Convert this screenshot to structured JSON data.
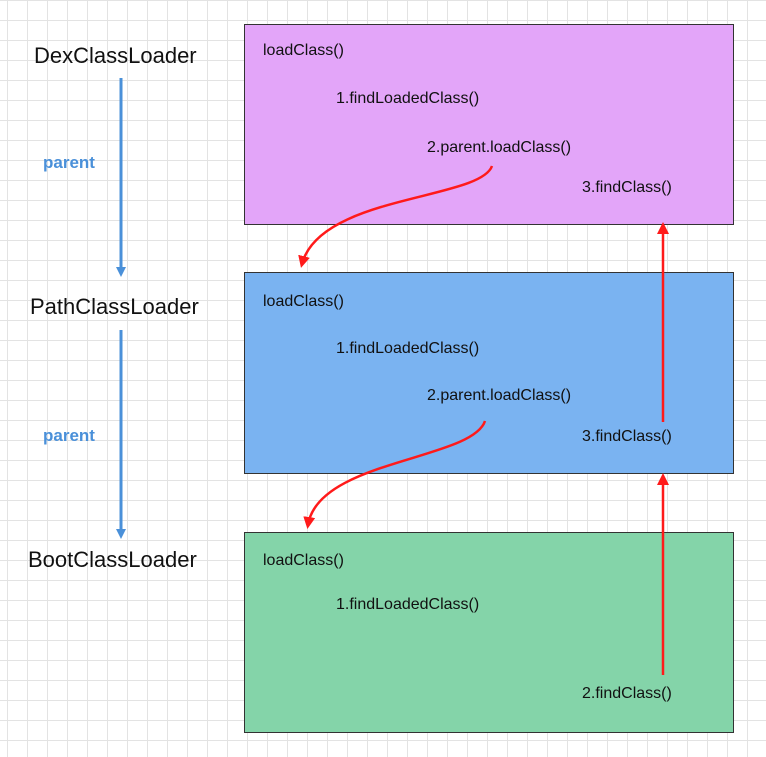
{
  "colors": {
    "dex_fill": "#e3a5f9",
    "path_fill": "#7ab3f1",
    "boot_fill": "#84d4a9",
    "parent_arrow": "#4a90d9",
    "flow_arrow": "#ff1a1a"
  },
  "loaders": [
    {
      "name": "DexClassLoader",
      "method": "loadClass()",
      "step1": "1.findLoadedClass()",
      "step2": "2.parent.loadClass()",
      "step3": "3.findClass()"
    },
    {
      "name": "PathClassLoader",
      "method": "loadClass()",
      "step1": "1.findLoadedClass()",
      "step2": "2.parent.loadClass()",
      "step3": "3.findClass()"
    },
    {
      "name": "BootClassLoader",
      "method": "loadClass()",
      "step1": "1.findLoadedClass()",
      "step2": "2.findClass()"
    }
  ],
  "parent_links": [
    "parent",
    "parent"
  ]
}
